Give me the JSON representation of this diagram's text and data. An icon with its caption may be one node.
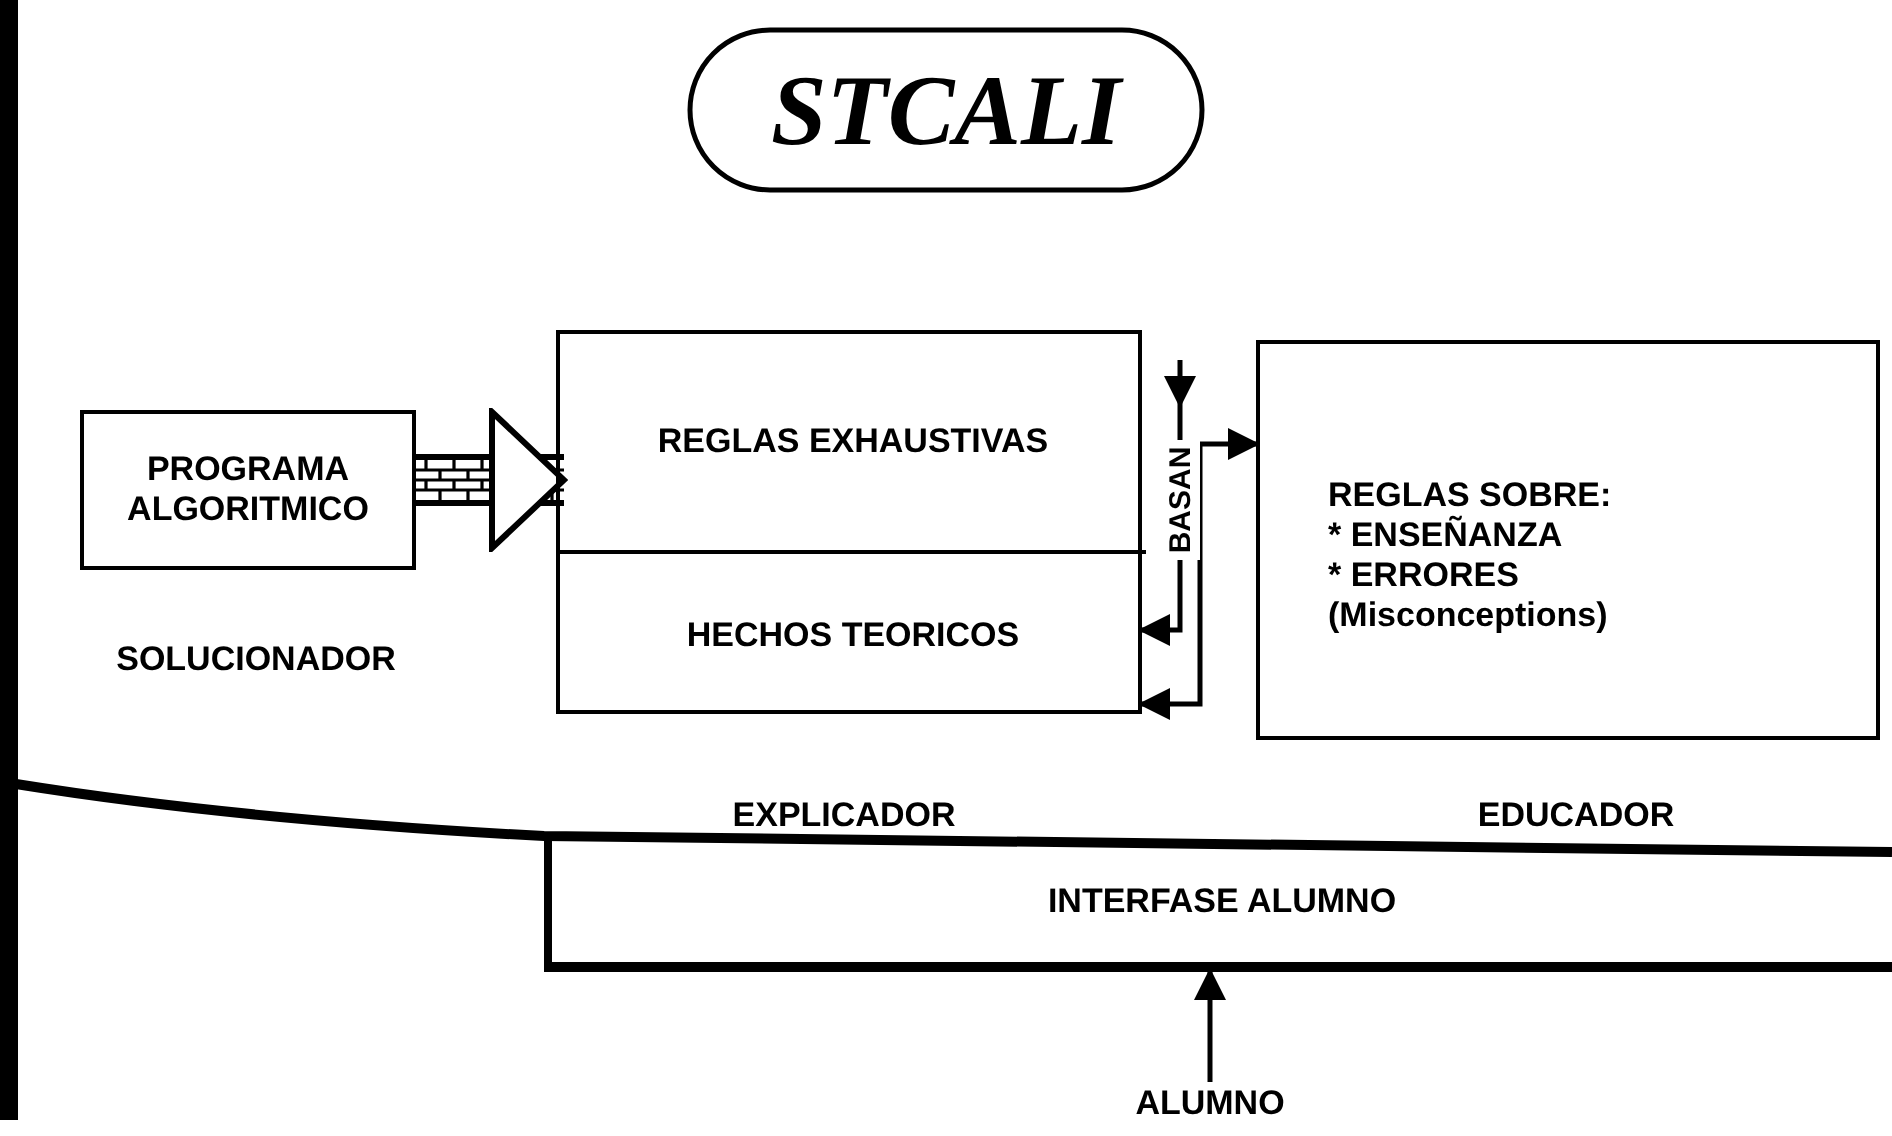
{
  "diagram": {
    "title": "STCALI",
    "nodes": [
      {
        "text": [
          "PROGRAMA ALGORITMICO"
        ],
        "beside": [
          "SOLUCIONADOR"
        ]
      },
      {
        "text": [],
        "shape": "box"
      },
      {
        "text": [
          "REGLAS EXHAUSTIVAS"
        ],
        "in": 1
      },
      {
        "text": [
          "HECHOS TEORICOS"
        ],
        "in": 1
      },
      {
        "text": [
          "REGLAS SOBRE:",
          "* ENSEÑANZA",
          "* ERRORES",
          "(Misconceptions)"
        ]
      },
      {
        "text": [
          "INTERFASE ALUMNO"
        ]
      },
      {
        "text": [
          "ALUMNO"
        ]
      }
    ],
    "edges": [
      {
        "from": 0,
        "to": 2,
        "arrow": "to",
        "style": "thick"
      },
      {
        "from": 4,
        "to": 3,
        "arrow": "both"
      },
      {
        "from": null,
        "to": 3,
        "arrow": "to",
        "label": "BASAN"
      },
      {
        "from": 6,
        "to": 5,
        "arrow": "to"
      }
    ],
    "labels": [
      "EXPLICADOR",
      "EDUCADOR"
    ]
  }
}
